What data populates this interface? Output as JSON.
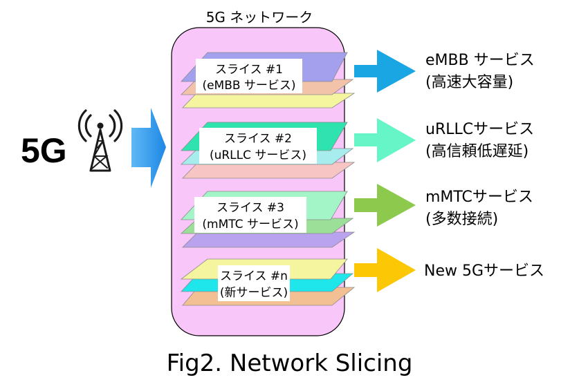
{
  "network_title": "5G ネットワーク",
  "source_label": "5G",
  "caption": "Fig2. Network Slicing",
  "slices": [
    {
      "label_line1": "スライス #1",
      "label_line2": "(eMBB サービス)",
      "service_line1": "eMBB サービス",
      "service_line2": "(高速大容量)",
      "layer_colors": [
        "#f6f59f",
        "#f3c3a9",
        "#a3a0ee"
      ],
      "arrow_color": "#1aa6e3"
    },
    {
      "label_line1": "スライス #2",
      "label_line2": "(uRLLC サービス)",
      "service_line1": "uRLLCサービス",
      "service_line2": "(高信頼低遅延)",
      "layer_colors": [
        "#f7c6c4",
        "#a8eded",
        "#2fe3ae"
      ],
      "arrow_color": "#66f5c7"
    },
    {
      "label_line1": "スライス #3",
      "label_line2": "(mMTC サービス)",
      "service_line1": "mMTCサービス",
      "service_line2": "(多数接続)",
      "layer_colors": [
        "#b9a2ee",
        "#9bdf98",
        "#a3f5c8"
      ],
      "arrow_color": "#8cc94c"
    },
    {
      "label_line1": "スライス #n",
      "label_line2": "(新サービス)",
      "service_line1": "New 5Gサービス",
      "service_line2": "",
      "layer_colors": [
        "#f3c093",
        "#1fe6ea",
        "#f6f59f"
      ],
      "arrow_color": "#fcc705"
    }
  ],
  "colors": {
    "network_box": "#f8c6f8",
    "input_arrow": "#1e9af0",
    "tower": "#1a1a1a"
  }
}
